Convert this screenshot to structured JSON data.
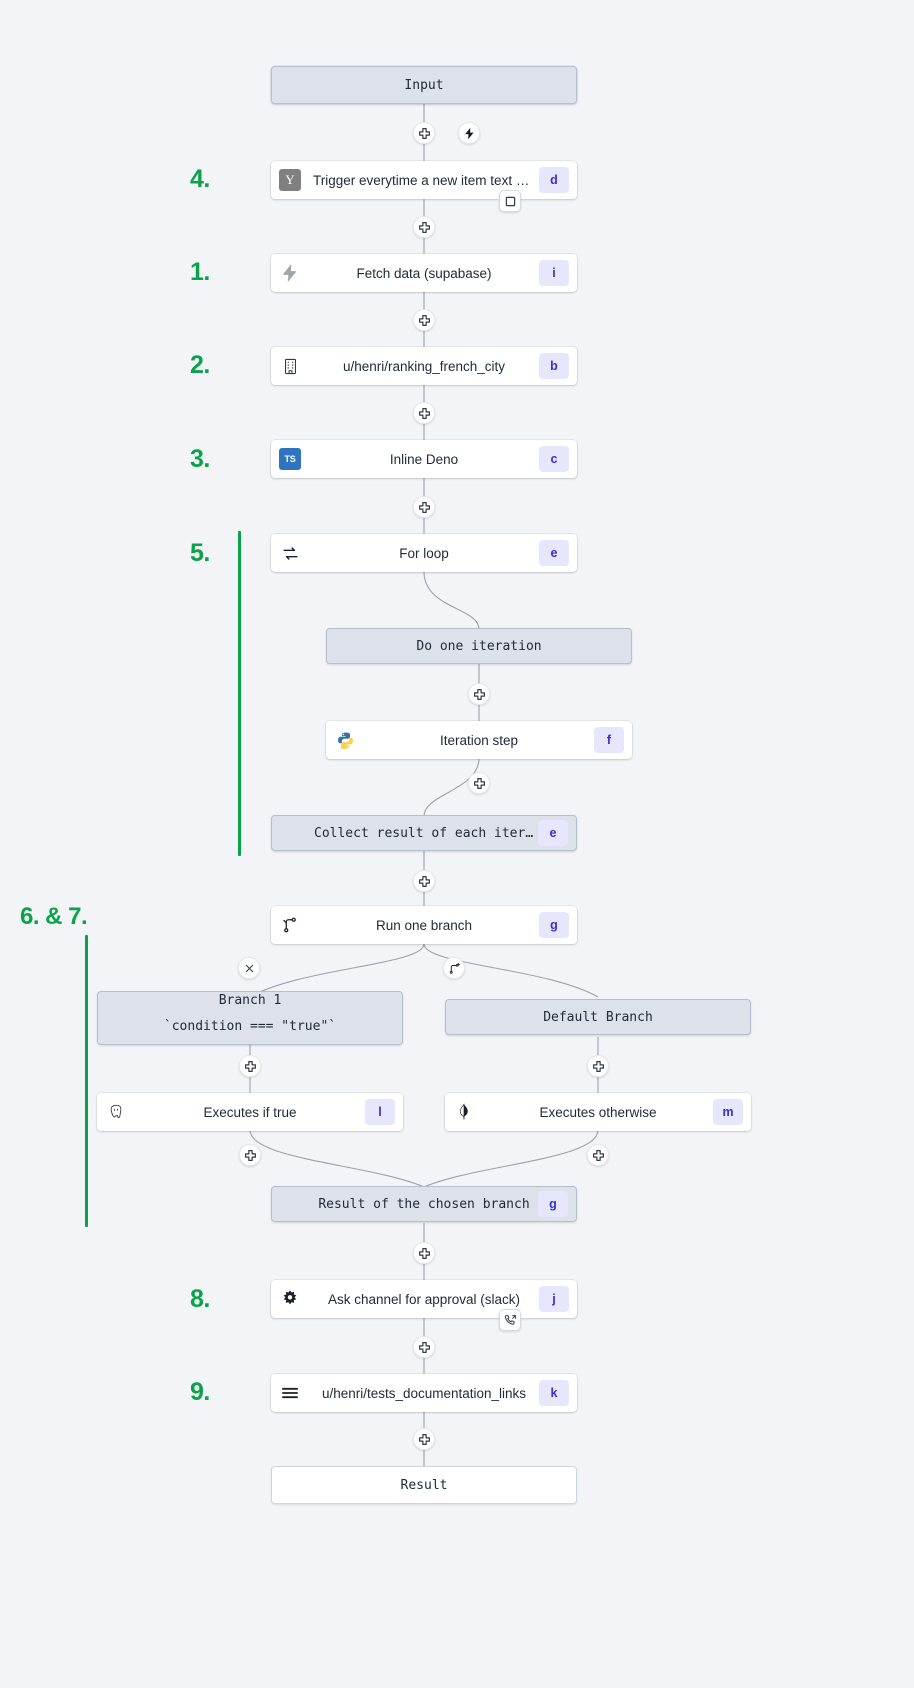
{
  "theme": {
    "background": "#f2f4f7",
    "accent_green": "#0ba34a",
    "badge_bg": "#e6e6fc",
    "badge_fg": "#3b30c4",
    "virtual_node_bg": "#dde1ea",
    "step_node_bg": "#ffffff",
    "edge_stroke": "#9aa1ad"
  },
  "flow": {
    "input": {
      "label": "Input",
      "icon": "input-node"
    },
    "result": {
      "label": "Result",
      "icon": "result-node"
    },
    "nodes": [
      {
        "id": "trigger",
        "label": "Trigger everytime a new item text o…",
        "badge": "d",
        "icon": "yaml-icon",
        "step": "4."
      },
      {
        "id": "fetch",
        "label": "Fetch data (supabase)",
        "badge": "i",
        "icon": "supabase-icon",
        "step": "1."
      },
      {
        "id": "ranking",
        "label": "u/henri/ranking_french_city",
        "badge": "b",
        "icon": "script-building-icon",
        "step": "2."
      },
      {
        "id": "deno",
        "label": "Inline Deno",
        "badge": "c",
        "icon": "typescript-icon",
        "step": "3."
      },
      {
        "id": "forloop",
        "label": "For loop",
        "badge": "e",
        "icon": "loop-icon",
        "step": "5."
      },
      {
        "id": "doiteration",
        "label": "Do one iteration",
        "badge": "",
        "icon": "virtual-node"
      },
      {
        "id": "iterationstep",
        "label": "Iteration step",
        "badge": "f",
        "icon": "python-icon"
      },
      {
        "id": "collect",
        "label": "Collect result of each iteration",
        "badge": "e",
        "icon": "virtual-node"
      },
      {
        "id": "runbranch",
        "label": "Run one branch",
        "badge": "g",
        "icon": "branch-icon",
        "step": "6. & 7."
      },
      {
        "id": "branch1",
        "label_line1": "Branch 1",
        "label_line2": "`condition === \"true\"`",
        "badge": "",
        "icon": "virtual-node"
      },
      {
        "id": "defaultbranch",
        "label": "Default Branch",
        "badge": "",
        "icon": "virtual-node"
      },
      {
        "id": "executesiftrue",
        "label": "Executes if true",
        "badge": "l",
        "icon": "postgres-icon"
      },
      {
        "id": "executesotherwise",
        "label": "Executes otherwise",
        "badge": "m",
        "icon": "mongodb-icon"
      },
      {
        "id": "chosenresult",
        "label": "Result of the chosen branch",
        "badge": "g",
        "icon": "virtual-node"
      },
      {
        "id": "approval",
        "label": "Ask channel for approval (slack)",
        "badge": "j",
        "icon": "slack-gear-icon",
        "step": "8."
      },
      {
        "id": "testsdocs",
        "label": "u/henri/tests_documentation_links",
        "badge": "k",
        "icon": "hamburger-icon",
        "step": "9."
      }
    ],
    "edge_buttons": [
      {
        "id": "insert-after-input",
        "icon": "plus-icon"
      },
      {
        "id": "add-trigger",
        "icon": "lightning-icon"
      },
      {
        "id": "trigger-settings",
        "icon": "square-icon"
      },
      {
        "id": "insert-after-trigger",
        "icon": "plus-icon"
      },
      {
        "id": "insert-after-fetch",
        "icon": "plus-icon"
      },
      {
        "id": "insert-after-ranking",
        "icon": "plus-icon"
      },
      {
        "id": "insert-after-deno",
        "icon": "plus-icon"
      },
      {
        "id": "insert-after-doiteration",
        "icon": "plus-icon"
      },
      {
        "id": "insert-after-iterationstep",
        "icon": "plus-icon"
      },
      {
        "id": "insert-after-collect",
        "icon": "plus-icon"
      },
      {
        "id": "delete-branch",
        "icon": "close-icon"
      },
      {
        "id": "add-branch",
        "icon": "add-branch-icon"
      },
      {
        "id": "insert-in-branch1",
        "icon": "plus-icon"
      },
      {
        "id": "insert-in-default",
        "icon": "plus-icon"
      },
      {
        "id": "insert-after-iftrue",
        "icon": "plus-icon"
      },
      {
        "id": "insert-after-otherwise",
        "icon": "plus-icon"
      },
      {
        "id": "insert-after-chosenresult",
        "icon": "plus-icon"
      },
      {
        "id": "approval-callback",
        "icon": "phone-callback-icon"
      },
      {
        "id": "insert-after-approval",
        "icon": "plus-icon"
      },
      {
        "id": "insert-after-testsdocs",
        "icon": "plus-icon"
      }
    ],
    "step_numbers": [
      "1.",
      "2.",
      "3.",
      "4.",
      "5.",
      "6. & 7.",
      "8.",
      "9."
    ]
  }
}
